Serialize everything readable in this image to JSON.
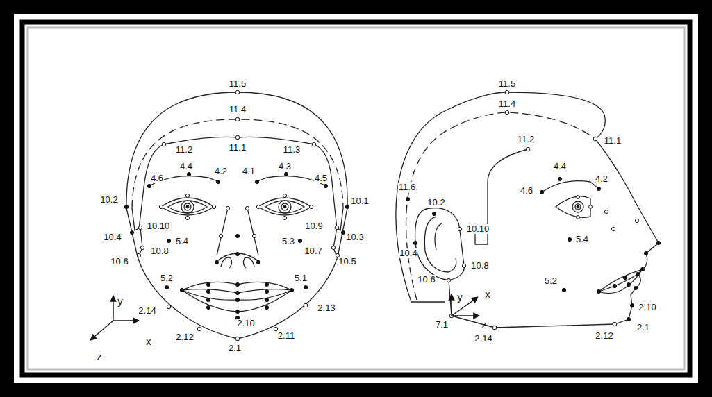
{
  "diagram": {
    "labels": [
      "11.5",
      "11.4",
      "11.2",
      "11.1",
      "11.3",
      "4.4",
      "4.2",
      "4.1",
      "4.3",
      "4.5",
      "4.6",
      "10.2",
      "10.1",
      "10.10",
      "10.9",
      "10.4",
      "10.3",
      "5.4",
      "5.3",
      "10.8",
      "10.7",
      "10.6",
      "10.5",
      "5.2",
      "5.1",
      "2.14",
      "2.13",
      "2.10",
      "2.12",
      "2.11",
      "2.1",
      "y",
      "x",
      "z",
      "11.5",
      "11.4",
      "11.2",
      "11.1",
      "4.4",
      "11.6",
      "4.6",
      "4.2",
      "10.2",
      "10.10",
      "5.4",
      "10.4",
      "10.8",
      "5.2",
      "10.6",
      "x",
      "y",
      "z",
      "7.1",
      "2.10",
      "2.14",
      "2.12",
      "2.1"
    ]
  }
}
